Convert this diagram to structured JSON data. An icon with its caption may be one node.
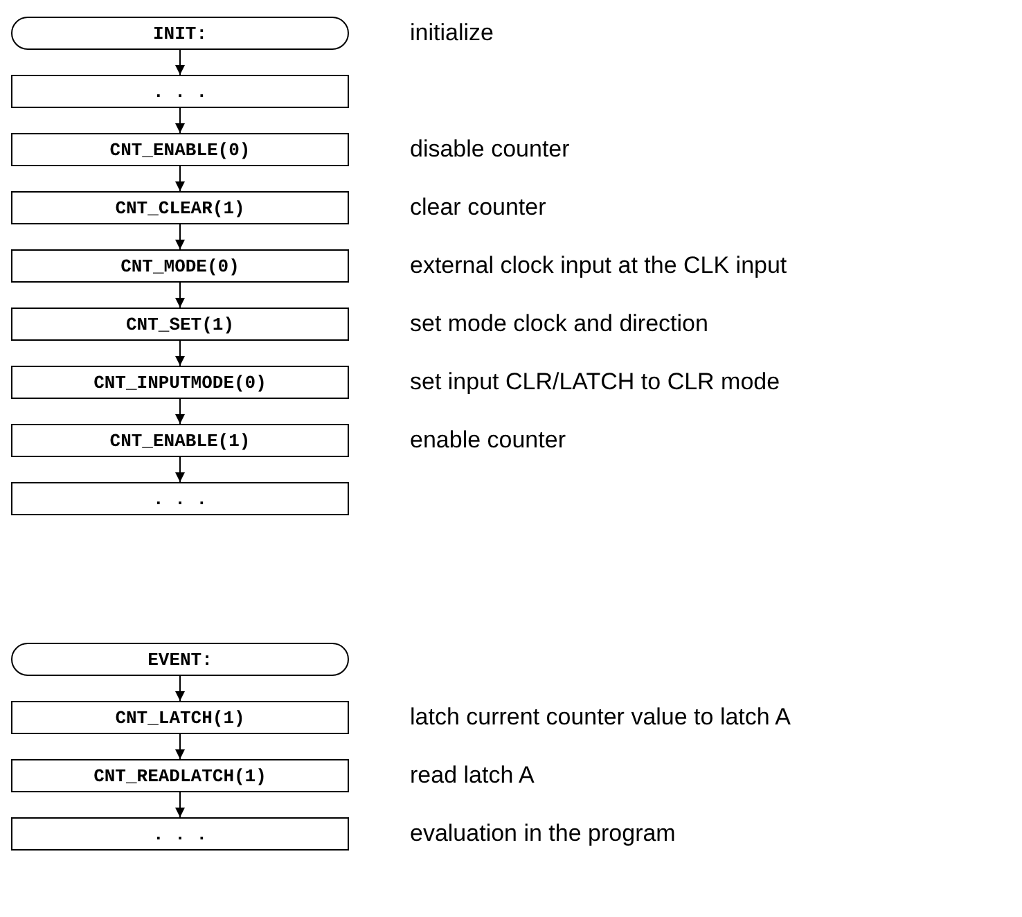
{
  "diagram": {
    "nodes": [
      {
        "text": [
          "INIT:"
        ],
        "beside": [
          "initialize"
        ]
      },
      {
        "text": [
          ". . ."
        ]
      },
      {
        "text": [
          "CNT_ENABLE(0)"
        ],
        "beside": [
          "disable counter"
        ]
      },
      {
        "text": [
          "CNT_CLEAR(1)"
        ],
        "beside": [
          "clear counter"
        ]
      },
      {
        "text": [
          "CNT_MODE(0)"
        ],
        "beside": [
          "external clock input at the CLK input"
        ]
      },
      {
        "text": [
          "CNT_SET(1)"
        ],
        "beside": [
          "set mode clock and direction"
        ]
      },
      {
        "text": [
          "CNT_INPUTMODE(0)"
        ],
        "beside": [
          "set input CLR/LATCH to CLR mode"
        ]
      },
      {
        "text": [
          "CNT_ENABLE(1)"
        ],
        "beside": [
          "enable counter"
        ]
      },
      {
        "text": [
          ". . ."
        ]
      },
      {
        "text": [
          "EVENT:"
        ]
      },
      {
        "text": [
          "CNT_LATCH(1)"
        ],
        "beside": [
          "latch current counter value to latch A"
        ]
      },
      {
        "text": [
          "CNT_READLATCH(1)"
        ],
        "beside": [
          "read latch A"
        ]
      },
      {
        "text": [
          ". . ."
        ],
        "beside": [
          "evaluation in the program"
        ]
      }
    ],
    "edges": [
      {
        "from": 0,
        "to": 1,
        "arrow": "to"
      },
      {
        "from": 1,
        "to": 2,
        "arrow": "to"
      },
      {
        "from": 2,
        "to": 3,
        "arrow": "to"
      },
      {
        "from": 3,
        "to": 4,
        "arrow": "to"
      },
      {
        "from": 4,
        "to": 5,
        "arrow": "to"
      },
      {
        "from": 5,
        "to": 6,
        "arrow": "to"
      },
      {
        "from": 6,
        "to": 7,
        "arrow": "to"
      },
      {
        "from": 7,
        "to": 8,
        "arrow": "to"
      },
      {
        "from": 9,
        "to": 10,
        "arrow": "to"
      },
      {
        "from": 10,
        "to": 11,
        "arrow": "to"
      },
      {
        "from": 11,
        "to": 12,
        "arrow": "to"
      }
    ]
  }
}
